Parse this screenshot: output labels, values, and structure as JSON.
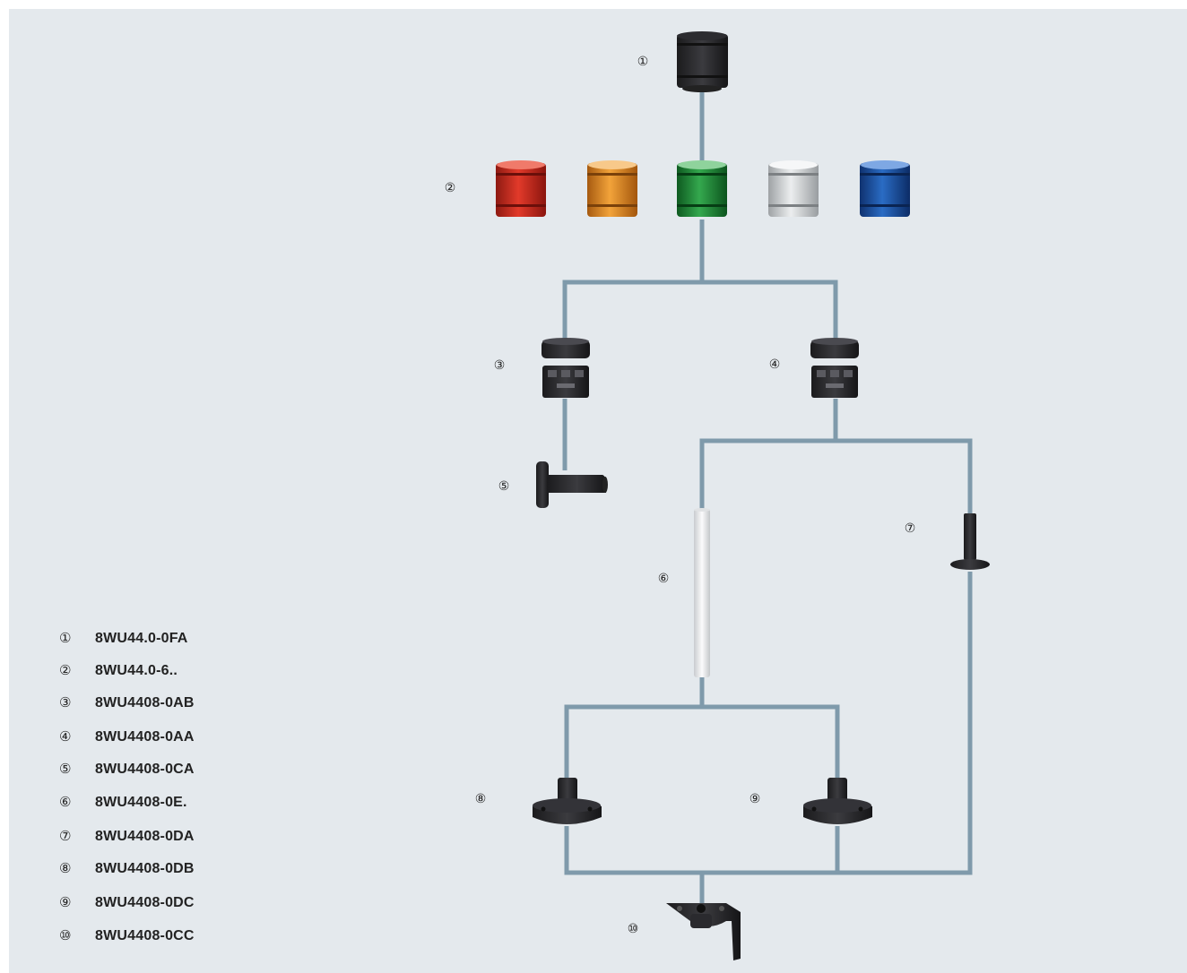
{
  "callouts": {
    "c1": "①",
    "c2": "②",
    "c3": "③",
    "c4": "④",
    "c5": "⑤",
    "c6": "⑥",
    "c7": "⑦",
    "c8": "⑧",
    "c9": "⑨",
    "c10": "⑩"
  },
  "legend": [
    {
      "num": "①",
      "code": "8WU44.0-0FA"
    },
    {
      "num": "②",
      "code": "8WU44.0-6.."
    },
    {
      "num": "③",
      "code": "8WU4408-0AB"
    },
    {
      "num": "④",
      "code": "8WU4408-0AA"
    },
    {
      "num": "⑤",
      "code": "8WU4408-0CA"
    },
    {
      "num": "⑥",
      "code": "8WU4408-0E."
    },
    {
      "num": "⑦",
      "code": "8WU4408-0DA"
    },
    {
      "num": "⑧",
      "code": "8WU4408-0DB"
    },
    {
      "num": "⑨",
      "code": "8WU4408-0DC"
    },
    {
      "num": "⑩",
      "code": "8WU4408-0CC"
    }
  ],
  "colors": {
    "panel_background": "#e4e9ed",
    "connector_line": "#7f9aab",
    "module_red": "#c8261c",
    "module_orange": "#e0891e",
    "module_green": "#1f8a36",
    "module_clear": "#c9ccce",
    "module_blue": "#1a4f9e",
    "dark_component": "#2b2b2e"
  },
  "icons": {
    "item_1": "dark-signal-module-icon",
    "item_2": "light-module-icon",
    "item_3": "connection-element-icon",
    "item_4": "connection-element-icon",
    "item_5": "wall-mount-tube-icon",
    "item_6": "aluminium-tube-icon",
    "item_7": "tube-with-flange-icon",
    "item_8": "foot-mount-icon",
    "item_9": "foot-mount-icon",
    "item_10": "wall-bracket-icon"
  }
}
